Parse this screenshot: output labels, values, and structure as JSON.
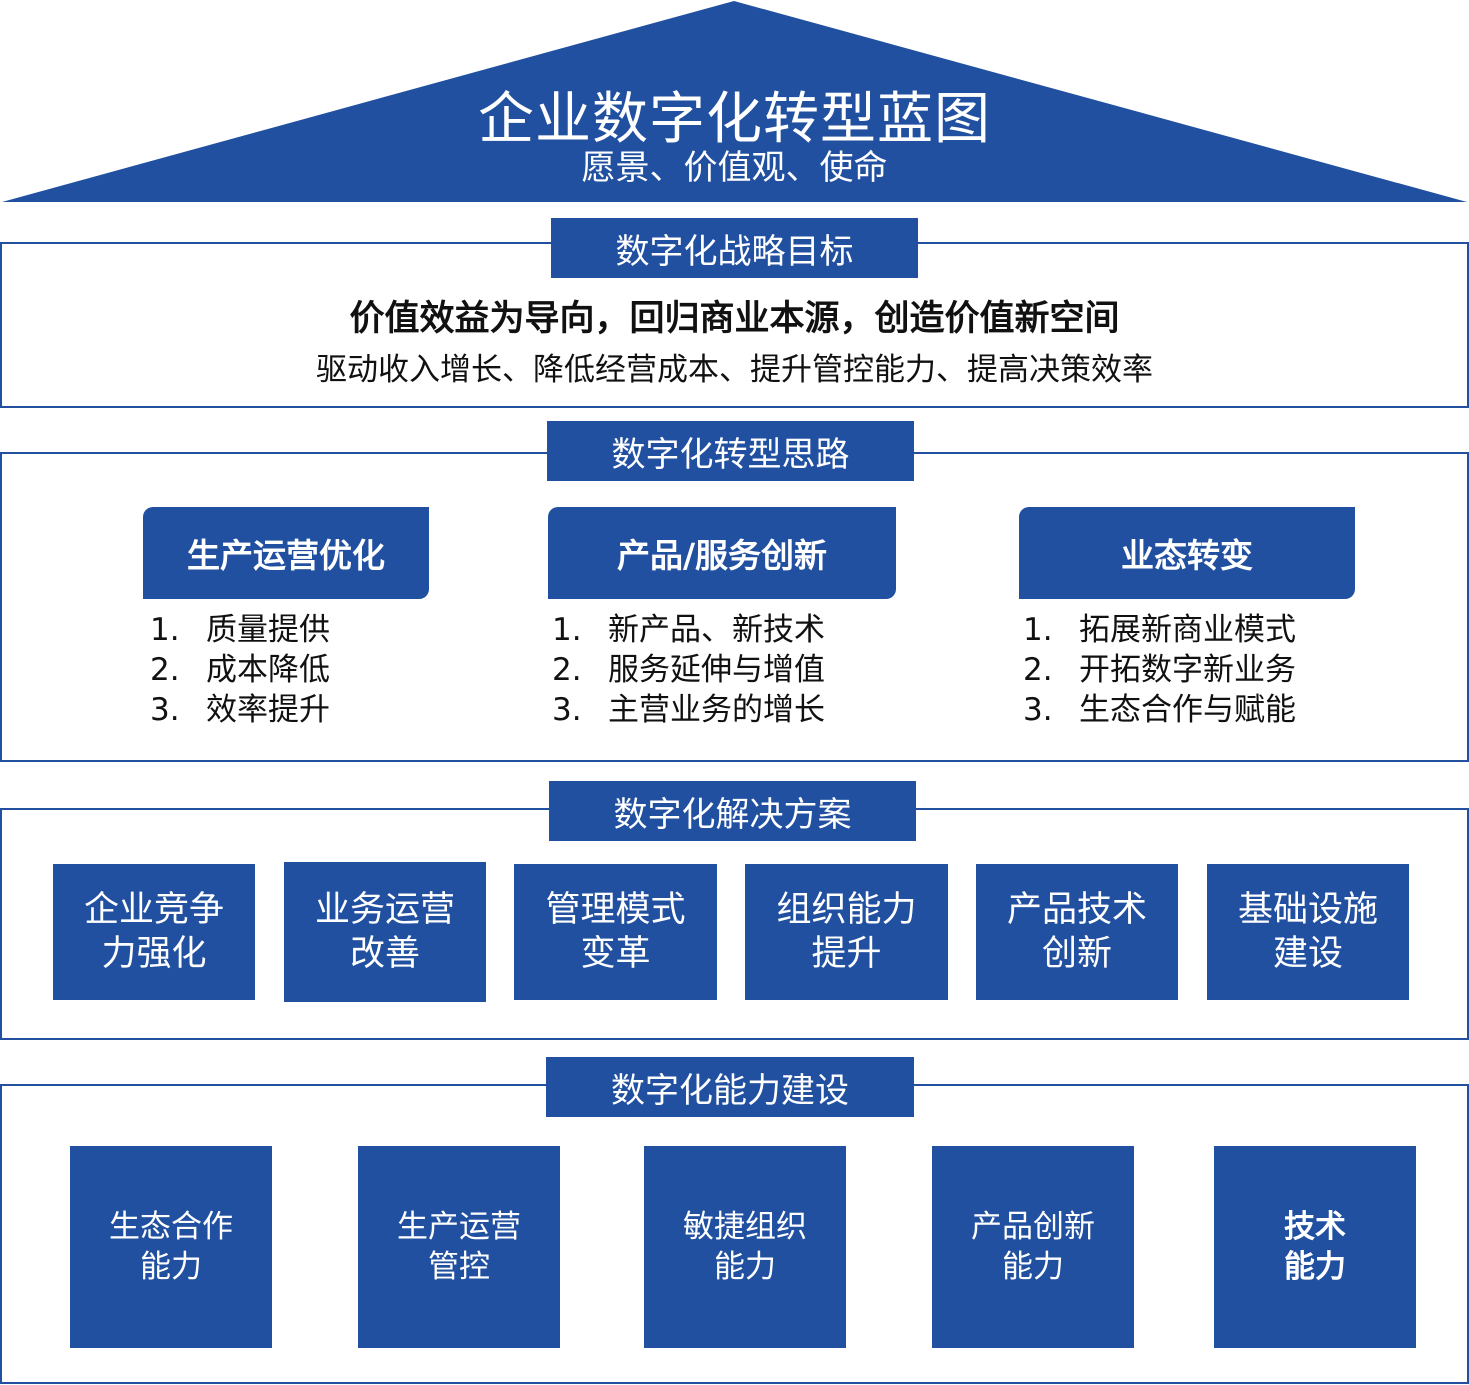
{
  "roof": {
    "title": "企业数字化转型蓝图",
    "subtitle": "愿景、价值观、使命"
  },
  "strategy": {
    "tag": "数字化战略目标",
    "main": "价值效益为导向，回归商业本源，创造价值新空间",
    "sub": "驱动收入增长、降低经营成本、提升管控能力、提高决策效率"
  },
  "approach": {
    "tag": "数字化转型思路",
    "directions": [
      {
        "title": "生产运营优化",
        "items": [
          {
            "num": "1.",
            "text": "质量提供"
          },
          {
            "num": "2.",
            "text": "成本降低"
          },
          {
            "num": "3.",
            "text": "效率提升"
          }
        ]
      },
      {
        "title": "产品/服务创新",
        "items": [
          {
            "num": "1.",
            "text": "新产品、新技术"
          },
          {
            "num": "2.",
            "text": "服务延伸与增值"
          },
          {
            "num": "3.",
            "text": "主营业务的增长"
          }
        ]
      },
      {
        "title": "业态转变",
        "items": [
          {
            "num": "1.",
            "text": "拓展新商业模式"
          },
          {
            "num": "2.",
            "text": "开拓数字新业务"
          },
          {
            "num": "3.",
            "text": "生态合作与赋能"
          }
        ]
      }
    ]
  },
  "solutions": {
    "tag": "数字化解决方案",
    "boxes": [
      {
        "line1": "企业竞争",
        "line2": "力强化"
      },
      {
        "line1": "业务运营",
        "line2": "改善"
      },
      {
        "line1": "管理模式",
        "line2": "变革"
      },
      {
        "line1": "组织能力",
        "line2": "提升"
      },
      {
        "line1": "产品技术",
        "line2": "创新"
      },
      {
        "line1": "基础设施",
        "line2": "建设"
      }
    ]
  },
  "capabilities": {
    "tag": "数字化能力建设",
    "boxes": [
      {
        "line1": "生态合作",
        "line2": "能力"
      },
      {
        "line1": "生产运营",
        "line2": "管控"
      },
      {
        "line1": "敏捷组织",
        "line2": "能力"
      },
      {
        "line1": "产品创新",
        "line2": "能力"
      },
      {
        "line1": "技术",
        "line2": "能力"
      }
    ]
  },
  "colors": {
    "primary": "#2150a1",
    "background": "#ffffff"
  }
}
